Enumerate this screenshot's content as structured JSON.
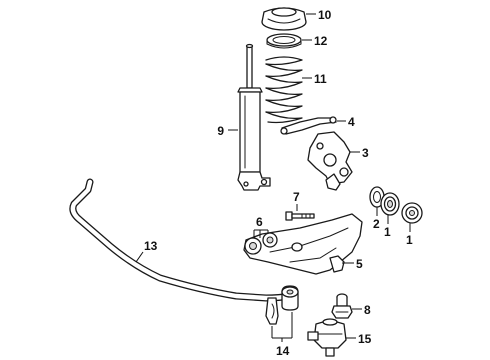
{
  "diagram": {
    "callouts": {
      "c1a": "1",
      "c1b": "1",
      "c2": "2",
      "c3": "3",
      "c4": "4",
      "c5": "5",
      "c6": "6",
      "c7": "7",
      "c8": "8",
      "c9": "9",
      "c10": "10",
      "c11": "11",
      "c12": "12",
      "c13": "13",
      "c14": "14",
      "c15": "15"
    }
  }
}
